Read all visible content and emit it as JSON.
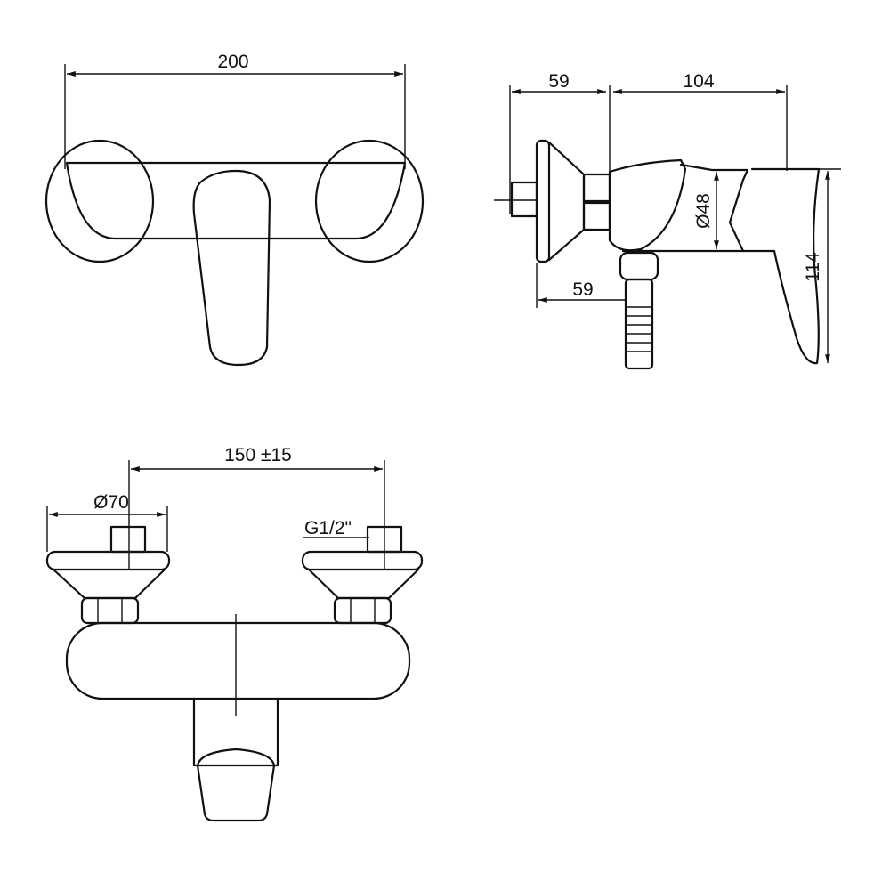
{
  "drawing": {
    "line_color": "#111111",
    "background": "#ffffff",
    "top_view": {
      "width_label": "200"
    },
    "side_view": {
      "wall_depth_label": "59",
      "body_depth_label": "104",
      "body_diameter_label": "Ø48",
      "height_label": "114",
      "outlet_offset_label": "59"
    },
    "front_view": {
      "center_distance_label": "150 ±15",
      "flange_diameter_label": "Ø70",
      "thread_label": "G1/2\""
    }
  }
}
